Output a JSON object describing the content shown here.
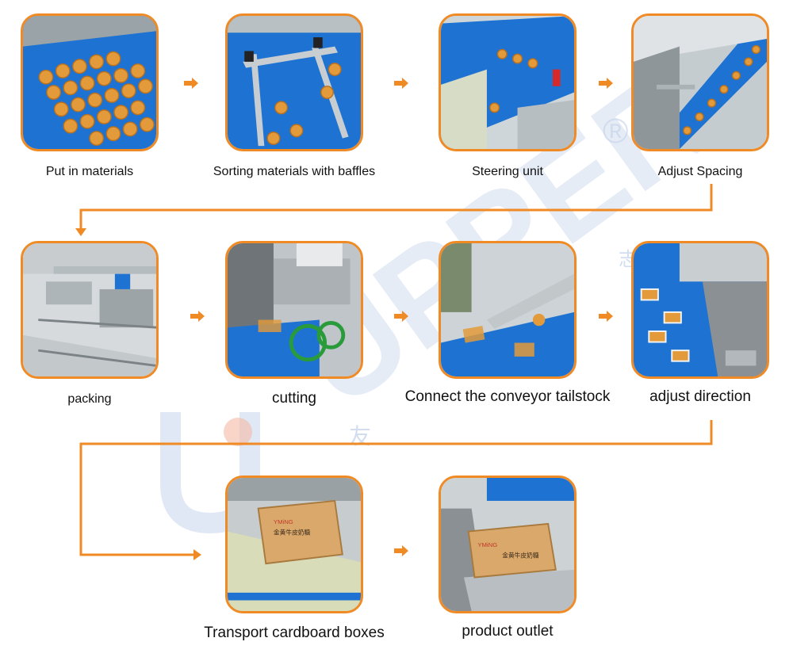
{
  "watermark": {
    "brand": "UPPER",
    "chars": [
      "友",
      "志"
    ],
    "registered": "®"
  },
  "colors": {
    "accent": "#f08a24",
    "conveyor_blue": "#1e73d2",
    "watermark": "#c8d6ec"
  },
  "steps": [
    {
      "label": "Put in materials"
    },
    {
      "label": "Sorting materials with baffles"
    },
    {
      "label": "Steering unit"
    },
    {
      "label": "Adjust Spacing"
    },
    {
      "label": "packing"
    },
    {
      "label": "cutting"
    },
    {
      "label": "Connect the conveyor tailstock"
    },
    {
      "label": "adjust direction"
    },
    {
      "label": "Transport cardboard boxes"
    },
    {
      "label": "product outlet"
    }
  ],
  "box_print": {
    "brand": "YMiNG",
    "name": "金黄牛皮奶糖"
  }
}
